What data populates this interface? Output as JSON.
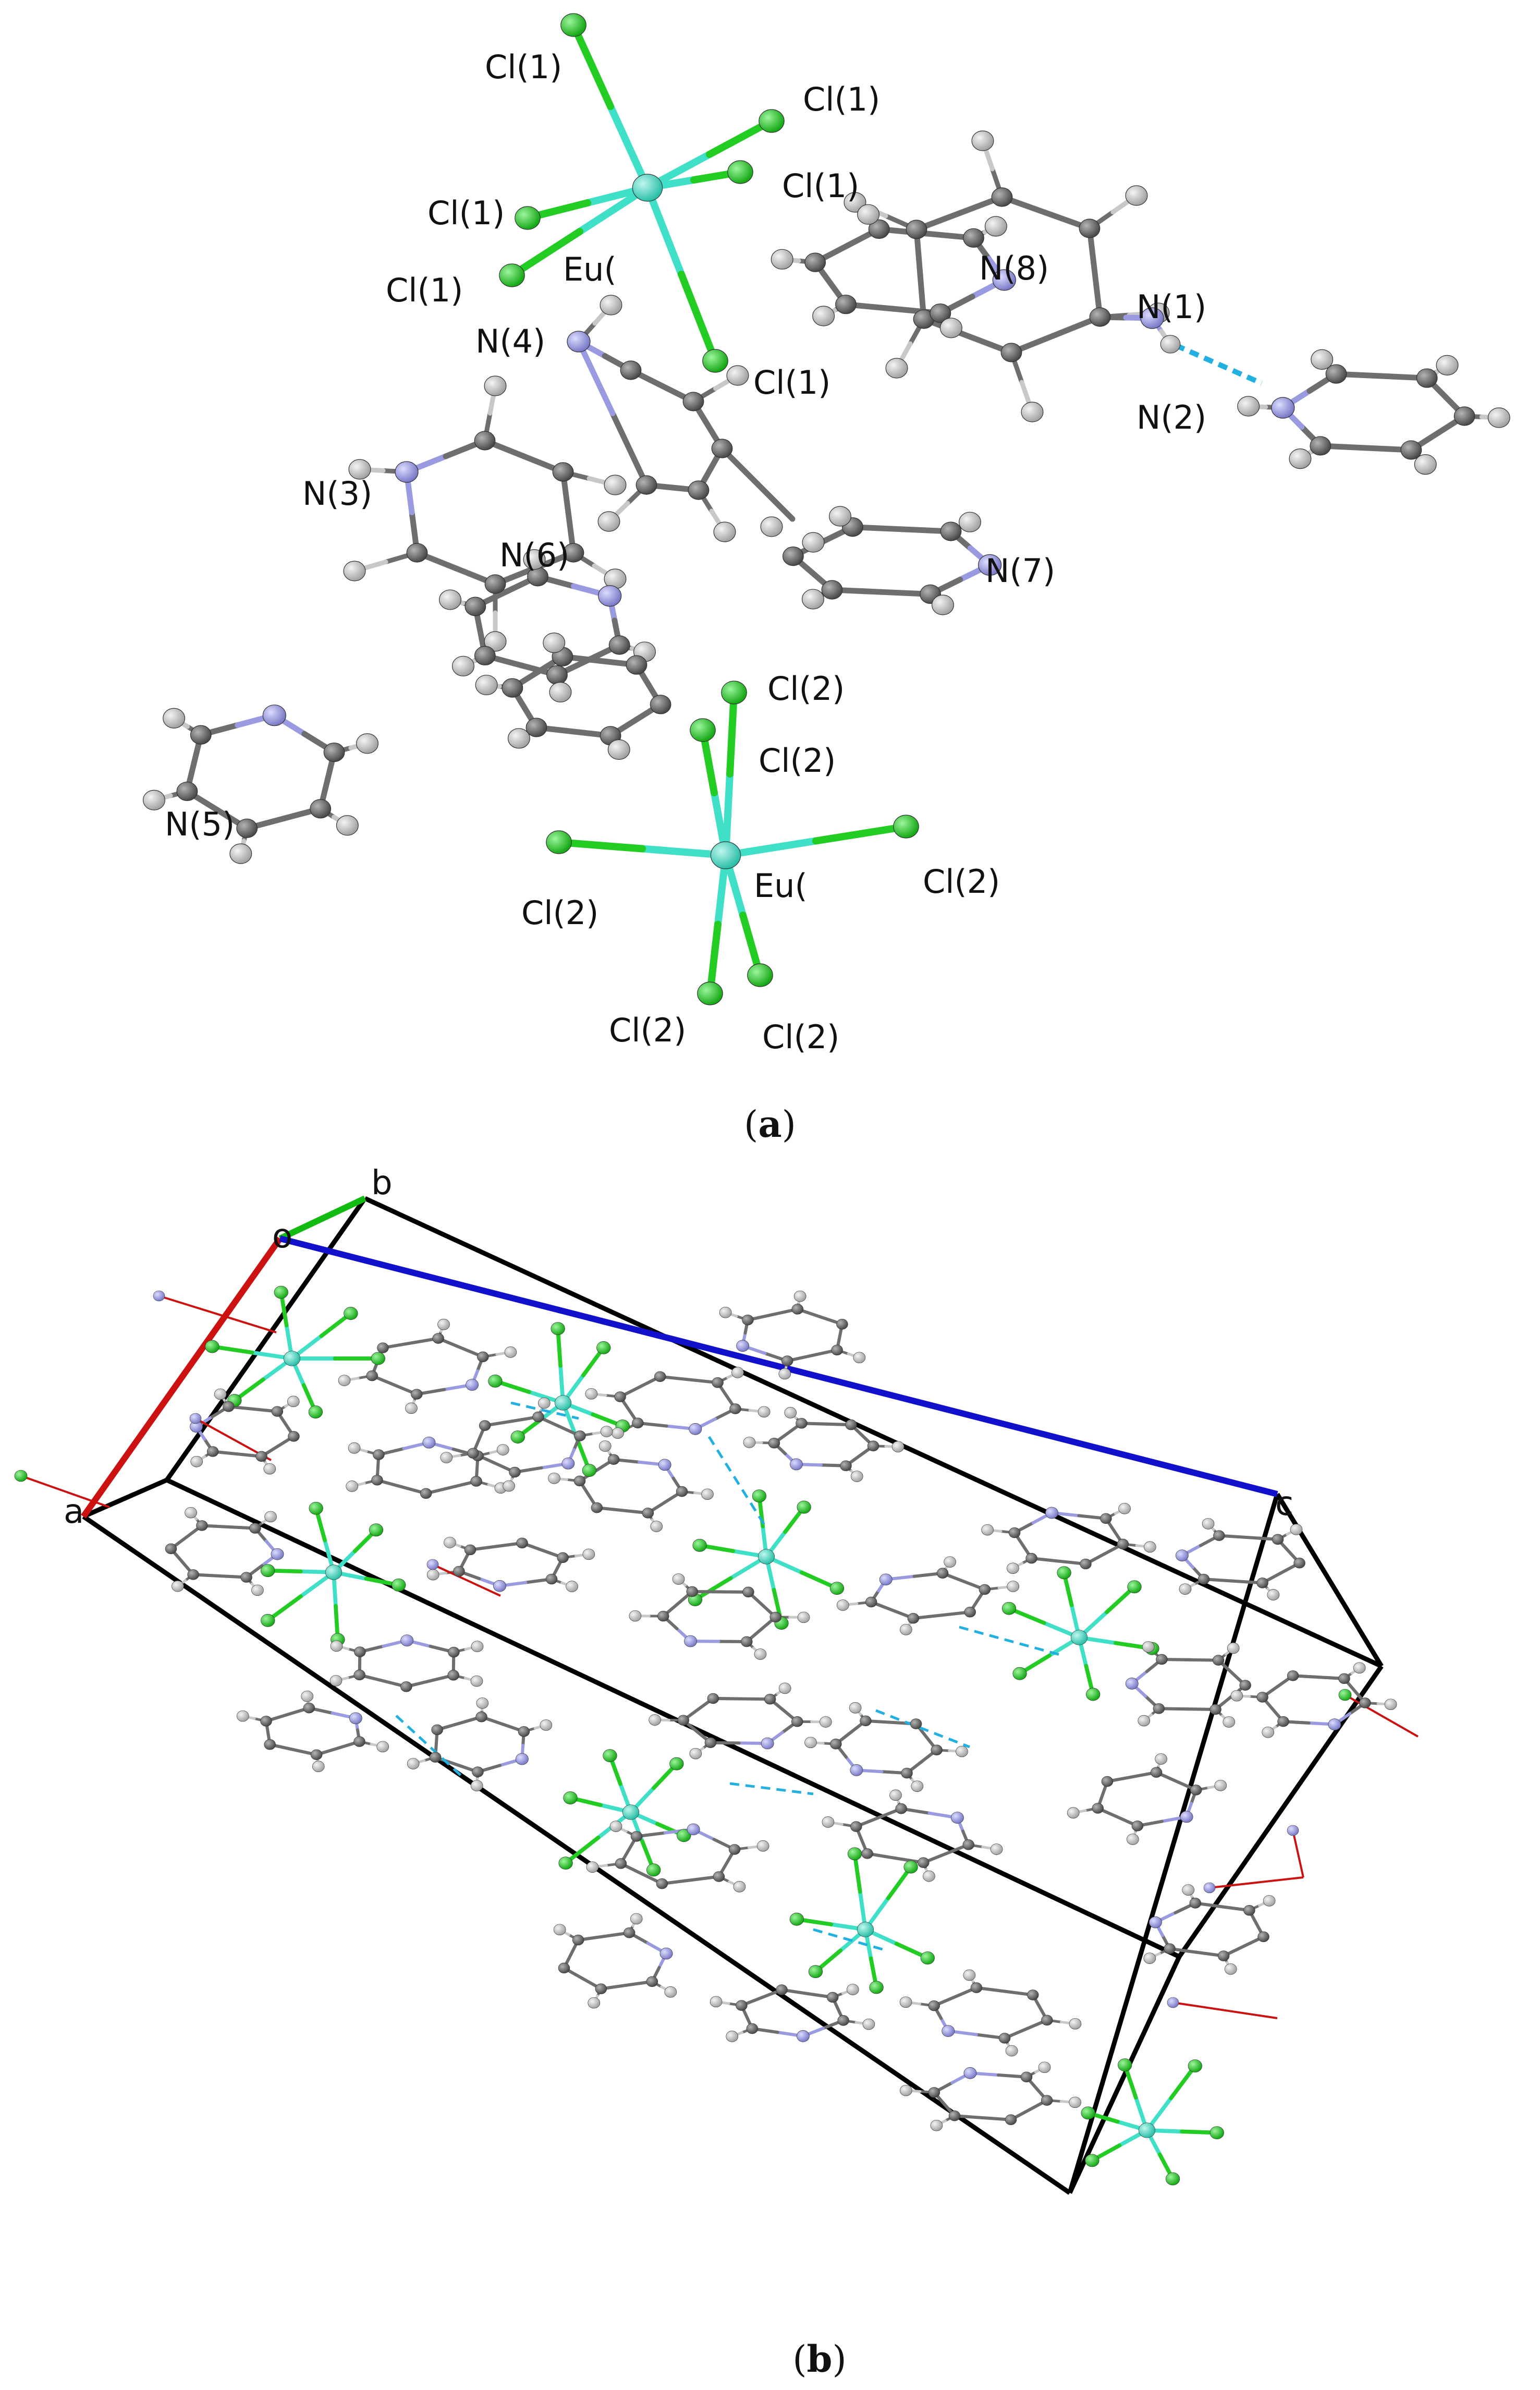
{
  "panel_a": {
    "caption": {
      "open": "(",
      "letter": "a",
      "close": ")"
    },
    "labels": {
      "cl1_top": "Cl(1)",
      "cl1_right": "Cl(1)",
      "cl1_mid_right": "Cl(1)",
      "cl1_mid_left": "Cl(1)",
      "cl1_left_low": "Cl(1)",
      "cl1_bottom": "Cl(1)",
      "eu_top": "Eu(",
      "n1": "N(1)",
      "n2": "N(2)",
      "n3": "N(3)",
      "n4": "N(4)",
      "n5": "N(5)",
      "n6": "N(6)",
      "n7": "N(7)",
      "n8": "N(8)",
      "cl2_top1": "Cl(2)",
      "cl2_top2": "Cl(2)",
      "cl2_left": "Cl(2)",
      "cl2_right": "Cl(2)",
      "cl2_bottom_left": "Cl(2)",
      "cl2_bottom_right": "Cl(2)",
      "eu_bottom": "Eu("
    }
  },
  "panel_b": {
    "caption": {
      "open": "(",
      "letter": "b",
      "close": ")"
    },
    "axes": {
      "origin": "o",
      "a": "a",
      "b": "b",
      "c": "c"
    }
  },
  "colors": {
    "eu": "#40e0c8",
    "cl": "#22cc22",
    "n": "#9a9ae0",
    "c": "#6e6e6e",
    "h": "#c8c8c8",
    "hbond": "#22b0e0",
    "axis_a": "#cc1111",
    "axis_b": "#11bb11",
    "axis_c": "#1111cc",
    "cell": "#000000"
  }
}
